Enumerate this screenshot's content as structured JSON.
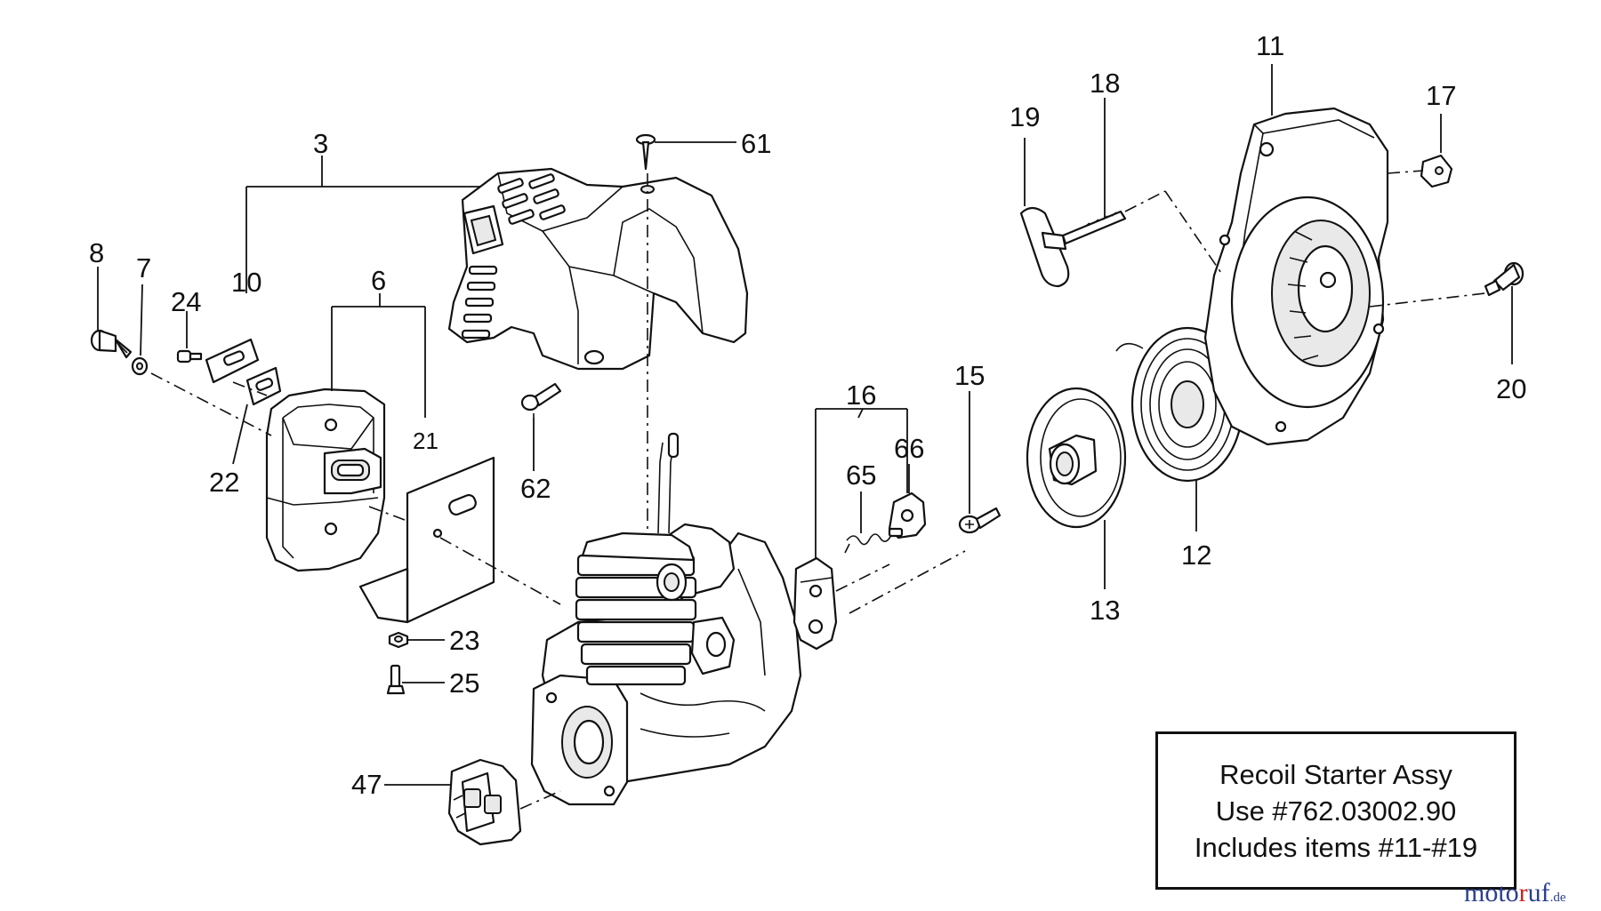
{
  "diagram": {
    "callouts": {
      "c3": "3",
      "c6": "6",
      "c7": "7",
      "c8": "8",
      "c10": "10",
      "c11": "11",
      "c12": "12",
      "c13": "13",
      "c15": "15",
      "c16": "16",
      "c17": "17",
      "c18": "18",
      "c19": "19",
      "c20": "20",
      "c21": "21",
      "c22": "22",
      "c23": "23",
      "c24": "24",
      "c25": "25",
      "c47": "47",
      "c61": "61",
      "c62": "62",
      "c65": "65",
      "c66": "66"
    }
  },
  "note": {
    "line1": "Recoil Starter Assy",
    "line2": "Use #762.03002.90",
    "line3": "Includes items #11-#19"
  },
  "watermark": {
    "brand_a": "moto",
    "brand_b": "r",
    "brand_c": "uf",
    "suffix": ".de"
  }
}
